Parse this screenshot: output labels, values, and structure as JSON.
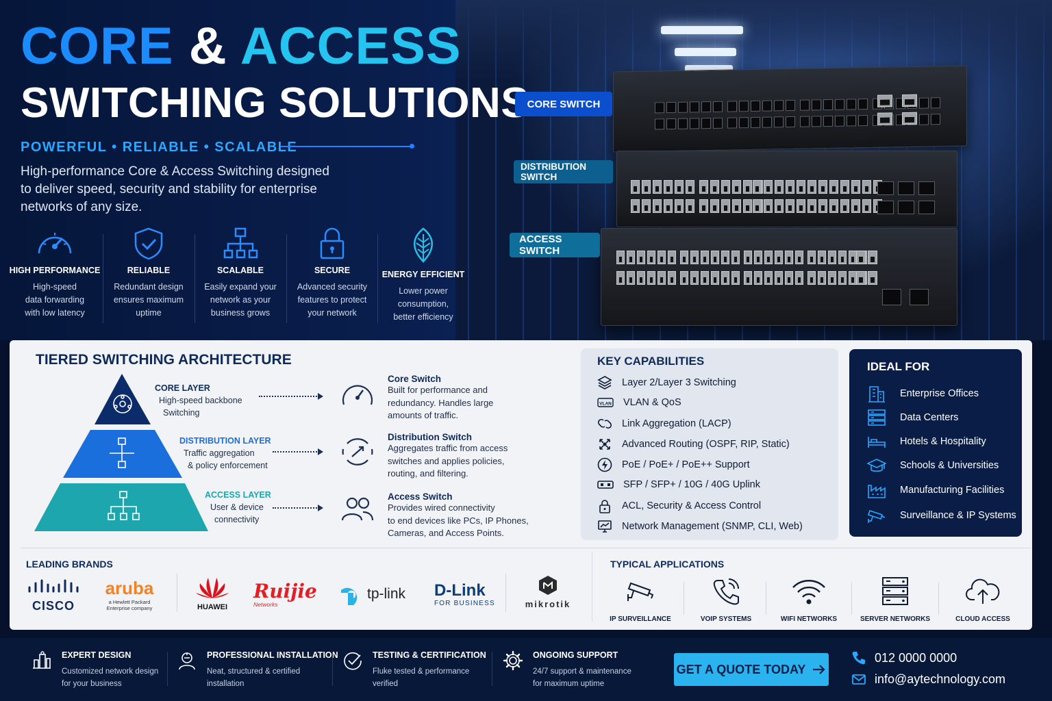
{
  "hero": {
    "title_part1": "CORE",
    "title_amp": "&",
    "title_part2": "ACCESS",
    "title_line2": "SWITCHING SOLUTIONS",
    "tagline": "POWERFUL • RELIABLE • SCALABLE",
    "intro": "High-performance Core & Access Switching designed to deliver speed, security and stability for enterprise networks of any size."
  },
  "features": [
    {
      "title": "HIGH PERFORMANCE",
      "desc": [
        "High-speed",
        "data forwarding",
        "with low latency"
      ],
      "icon": "speedometer-icon"
    },
    {
      "title": "RELIABLE",
      "desc": [
        "Redundant design",
        "ensures maximum",
        "uptime"
      ],
      "icon": "shield-check-icon"
    },
    {
      "title": "SCALABLE",
      "desc": [
        "Easily expand your",
        "network as your",
        "business grows"
      ],
      "icon": "hierarchy-icon"
    },
    {
      "title": "SECURE",
      "desc": [
        "Advanced security",
        "features to protect",
        "your network"
      ],
      "icon": "lock-icon"
    },
    {
      "title": "ENERGY EFFICIENT",
      "desc": [
        "Lower power",
        "consumption,",
        "better efficiency"
      ],
      "icon": "leaf-icon"
    }
  ],
  "switch_labels": {
    "core": "CORE SWITCH",
    "distribution": "DISTRIBUTION SWITCH",
    "access": "ACCESS SWITCH"
  },
  "architecture": {
    "title": "TIERED SWITCHING ARCHITECTURE",
    "layers": [
      {
        "name": "CORE LAYER",
        "desc": [
          "High-speed backbone",
          "Switching"
        ]
      },
      {
        "name": "DISTRIBUTION LAYER",
        "desc": [
          "Traffic aggregation",
          "& policy enforcement"
        ]
      },
      {
        "name": "ACCESS LAYER",
        "desc": [
          "User & device",
          "connectivity"
        ]
      }
    ],
    "switches": [
      {
        "name": "Core Switch",
        "desc": [
          "Built for performance and",
          "redundancy. Handles large",
          "amounts of traffic."
        ]
      },
      {
        "name": "Distribution Switch",
        "desc": [
          "Aggregates traffic from access",
          "switches and applies policies,",
          "routing, and filtering."
        ]
      },
      {
        "name": "Access Switch",
        "desc": [
          "Provides wired connectivity",
          "to end devices like PCs, IP Phones,",
          "Cameras, and Access Points."
        ]
      }
    ]
  },
  "capabilities": {
    "title": "KEY CAPABILITIES",
    "vlan_icon_text": "VLAN",
    "items": [
      "Layer 2/Layer 3 Switching",
      "VLAN & QoS",
      "Link Aggregation (LACP)",
      "Advanced Routing (OSPF, RIP, Static)",
      "PoE / PoE+ / PoE++ Support",
      "SFP / SFP+ / 10G / 40G Uplink",
      "ACL, Security & Access Control",
      "Network Management (SNMP, CLI, Web)"
    ]
  },
  "ideal_for": {
    "title": "IDEAL FOR",
    "items": [
      "Enterprise Offices",
      "Data Centers",
      "Hotels & Hospitality",
      "Schools & Universities",
      "Manufacturing Facilities",
      "Surveillance & IP Systems"
    ]
  },
  "brands": {
    "title": "LEADING BRANDS",
    "cisco": "CISCO",
    "aruba": "aruba",
    "aruba_sub": [
      "a Hewlett Packard",
      "Enterprise company"
    ],
    "huawei": "HUAWEI",
    "ruijie": "Ruijie",
    "ruijie_sub": "Networks",
    "tplink": "tp-link",
    "dlink": "D-Link",
    "dlink_sub": "FOR BUSINESS",
    "mikrotik": "mikrotik"
  },
  "applications": {
    "title": "TYPICAL APPLICATIONS",
    "items": [
      "IP SURVEILLANCE",
      "VOIP SYSTEMS",
      "WIFI NETWORKS",
      "SERVER NETWORKS",
      "CLOUD ACCESS"
    ]
  },
  "services": [
    {
      "title": "EXPERT DESIGN",
      "desc": [
        "Customized network design",
        "for your business"
      ]
    },
    {
      "title": "PROFESSIONAL INSTALLATION",
      "desc": [
        "Neat, structured & certified",
        "installation"
      ]
    },
    {
      "title": "TESTING & CERTIFICATION",
      "desc": [
        "Fluke tested & performance",
        "verified"
      ]
    },
    {
      "title": "ONGOING SUPPORT",
      "desc": [
        "24/7 support & maintenance",
        "for maximum uptime"
      ]
    }
  ],
  "cta": {
    "label": "GET A QUOTE TODAY"
  },
  "contact": {
    "phone": "012 0000 0000",
    "email": "info@aytechnology.com"
  },
  "colors": {
    "primary_blue": "#1a8cff",
    "cyan": "#25c4f0",
    "navy": "#0a1d46",
    "teal": "#1fa6ad",
    "button": "#2bb3f0"
  }
}
